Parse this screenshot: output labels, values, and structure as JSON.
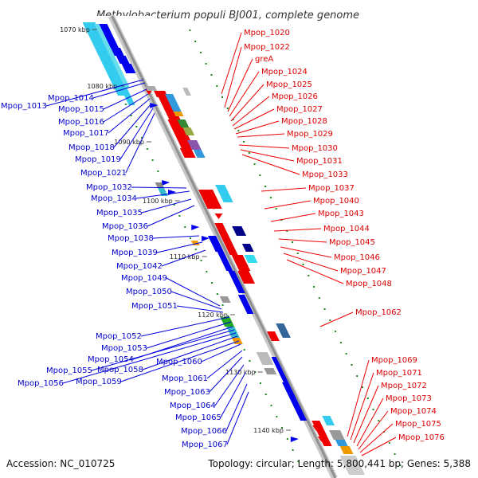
{
  "title": "Methylobacterium populi BJ001, complete genome",
  "footer": {
    "accession": "Accession: NC_010725",
    "stats": "Topology: circular; Length: 5,800,441 bp; Genes: 5,388"
  },
  "kbp_ticks": [
    "1070 kbp",
    "1080 kbp",
    "1090 kbp",
    "1100 kbp",
    "1110 kbp",
    "1120 kbp",
    "1130 kbp",
    "1140 kbp"
  ],
  "colors": {
    "forward_labels": "#dd0000",
    "reverse_labels": "#0000cc",
    "forward_cds": "#ee0000",
    "reverse_cds": "#0000ee",
    "backbone": "#999999"
  },
  "forward_labels": [
    "Mpop_1020",
    "Mpop_1022",
    "greA",
    "Mpop_1024",
    "Mpop_1025",
    "Mpop_1026",
    "Mpop_1027",
    "Mpop_1028",
    "Mpop_1029",
    "Mpop_1030",
    "Mpop_1031",
    "Mpop_1033",
    "Mpop_1037",
    "Mpop_1040",
    "Mpop_1043",
    "Mpop_1044",
    "Mpop_1045",
    "Mpop_1046",
    "Mpop_1047",
    "Mpop_1048",
    "Mpop_1062",
    "Mpop_1069",
    "Mpop_1071",
    "Mpop_1072",
    "Mpop_1073",
    "Mpop_1074",
    "Mpop_1075",
    "Mpop_1076"
  ],
  "reverse_labels": [
    "Mpop_1013",
    "Mpop_1014",
    "Mpop_1015",
    "Mpop_1016",
    "Mpop_1017",
    "Mpop_1018",
    "Mpop_1019",
    "Mpop_1021",
    "Mpop_1032",
    "Mpop_1034",
    "Mpop_1035",
    "Mpop_1036",
    "Mpop_1038",
    "Mpop_1039",
    "Mpop_1042",
    "Mpop_1049",
    "Mpop_1050",
    "Mpop_1051",
    "Mpop_1052",
    "Mpop_1053",
    "Mpop_1054",
    "Mpop_1055",
    "Mpop_1056",
    "Mpop_1058",
    "Mpop_1059",
    "Mpop_1060",
    "Mpop_1061",
    "Mpop_1063",
    "Mpop_1064",
    "Mpop_1065",
    "Mpop_1066",
    "Mpop_1067"
  ]
}
